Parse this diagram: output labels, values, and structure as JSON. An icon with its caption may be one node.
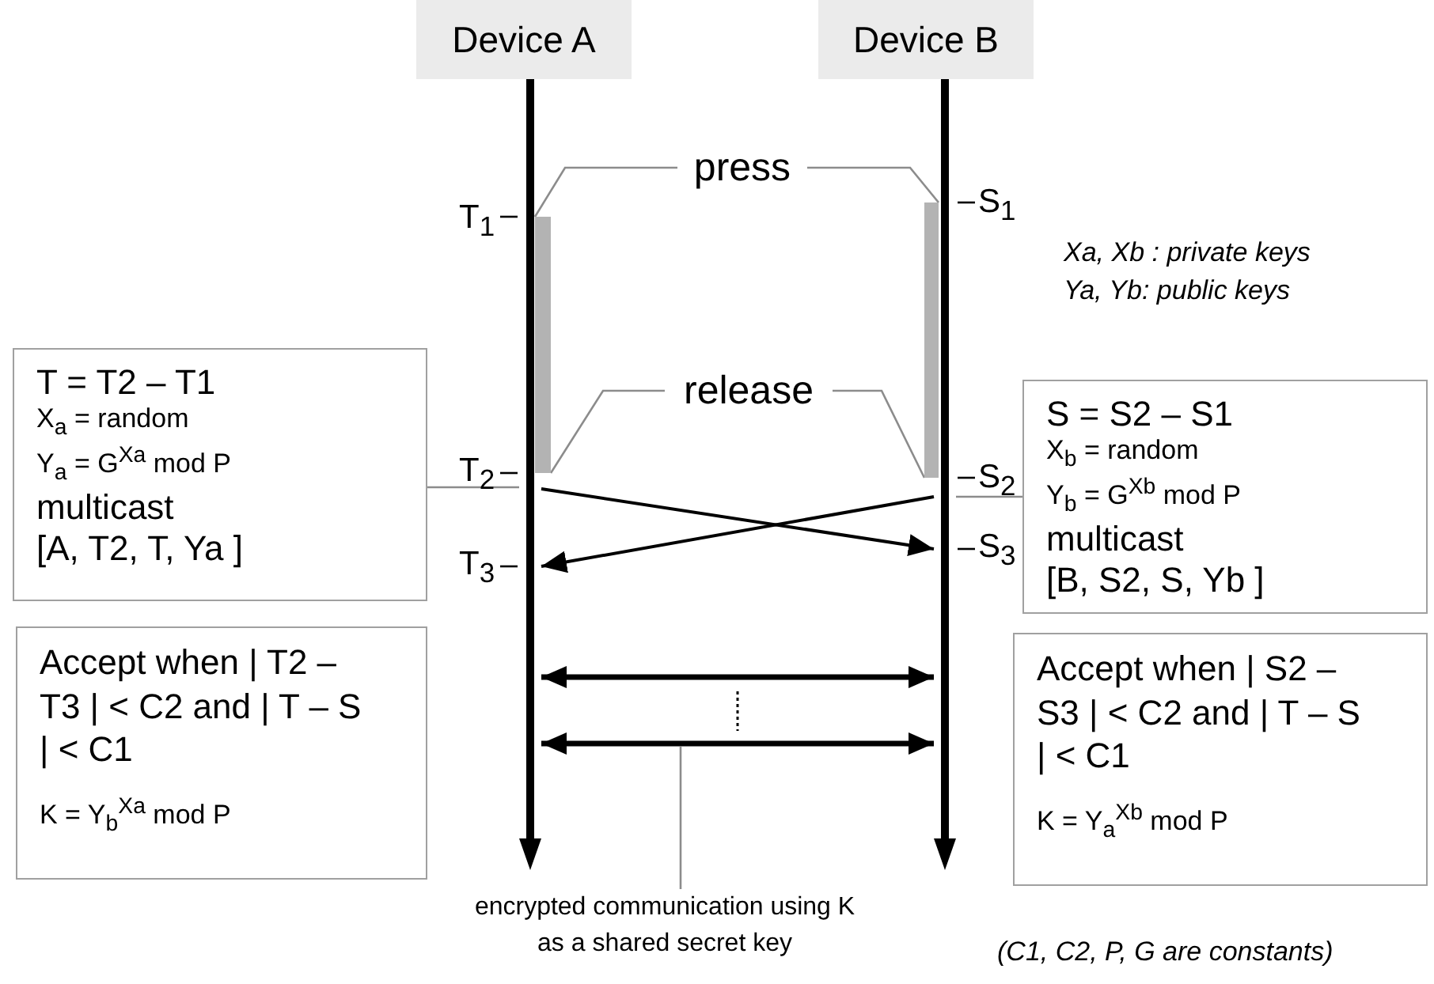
{
  "diagram": {
    "nodes": [
      {
        "text": [
          "Device A"
        ]
      },
      {
        "text": [
          "Device B"
        ]
      },
      {
        "text": [],
        "shape": "bar"
      },
      {
        "text": [],
        "shape": "bar"
      },
      {
        "text": [
          "press"
        ]
      },
      {
        "text": [],
        "shape": "bar"
      },
      {
        "text": [],
        "shape": "bar"
      },
      {
        "text": [
          "release"
        ]
      },
      {
        "text": [
          "T = T2 – T1",
          "X$_{a}$ = random",
          "Y$_{a}$ = G$^{Xa}$ mod P",
          "multicast",
          "[A, T2, T, Ya ]"
        ]
      },
      {
        "text": [
          "S = S2 – S1",
          "X$_{b}$ = random",
          "Y$_{b}$ = G$^{Xb}$ mod P",
          "multicast",
          "[B, S2, S, Yb ]"
        ]
      },
      {
        "text": [
          "Accept when | T2 – T3 | < C2 and | T – S | < C1",
          "K = Y$_{b}$$^{Xa}$ mod P"
        ]
      },
      {
        "text": [
          "Accept when | S2 – S3 | < C2 and | T – S | < C1",
          "K = Y$_{a}$$^{Xb}$ mod P"
        ]
      },
      {
        "text": [
          "encrypted communication using K as a shared secret key"
        ]
      }
    ],
    "edges": [
      {
        "from": 4,
        "to": 5,
        "arrow": "none"
      },
      {
        "from": 4,
        "to": 6,
        "arrow": "none"
      },
      {
        "from": 7,
        "to": 5,
        "arrow": "none"
      },
      {
        "from": 7,
        "to": 6,
        "arrow": "none"
      },
      {
        "from": 8,
        "to": 2,
        "arrow": "none"
      },
      {
        "from": 9,
        "to": 3,
        "arrow": "none"
      },
      {
        "from": 2,
        "to": 3,
        "arrow": "to",
        "color": "#000000"
      },
      {
        "from": 3,
        "to": 2,
        "arrow": "to",
        "color": "#000000"
      },
      {
        "from": 2,
        "to": 3,
        "arrow": "both",
        "style": "thick",
        "color": "#000000"
      },
      {
        "from": 2,
        "to": 3,
        "arrow": "both",
        "style": "thick",
        "color": "#000000"
      },
      {
        "from": 12,
        "to": null,
        "arrow": "none"
      }
    ],
    "labels": [
      "T$_{1}$",
      "S$_{1}$",
      "Xa, Xb : private keys",
      "Ya, Yb: public keys",
      "T$_{2}$",
      "S$_{2}$",
      "T$_{3}$",
      "S$_{3}$",
      "(C1, C2, P, G are constants)"
    ]
  }
}
